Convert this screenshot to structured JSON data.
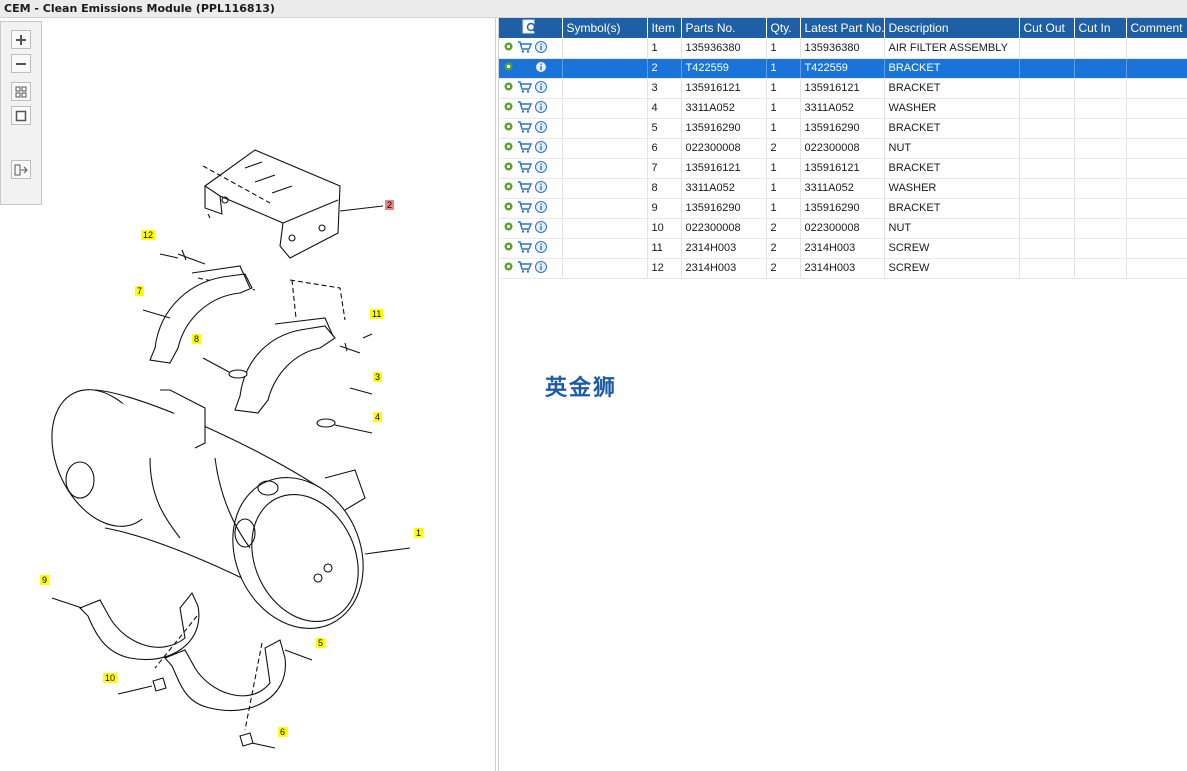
{
  "window": {
    "title": "CEM - Clean Emissions Module (PPL116813)"
  },
  "toolbar": {
    "buttons": [
      {
        "icon": "zoom-in-icon"
      },
      {
        "icon": "zoom-out-icon"
      },
      {
        "icon": "fit-grid-icon"
      },
      {
        "icon": "actual-size-icon"
      },
      {
        "icon": "list-view-icon"
      }
    ]
  },
  "callouts": [
    "1",
    "2",
    "3",
    "4",
    "5",
    "6",
    "7",
    "8",
    "9",
    "10",
    "11",
    "12"
  ],
  "table": {
    "headers": [
      "",
      "Symbol(s)",
      "Item",
      "Parts No.",
      "Qty.",
      "Latest Part No.",
      "Description",
      "Cut Out",
      "Cut In",
      "Comment"
    ],
    "selected_item": "2",
    "rows": [
      {
        "item": "1",
        "parts_no": "135936380",
        "qty": "1",
        "latest": "135936380",
        "desc": "AIR FILTER ASSEMBLY"
      },
      {
        "item": "2",
        "parts_no": "T422559",
        "qty": "1",
        "latest": "T422559",
        "desc": "BRACKET"
      },
      {
        "item": "3",
        "parts_no": "135916121",
        "qty": "1",
        "latest": "135916121",
        "desc": "BRACKET"
      },
      {
        "item": "4",
        "parts_no": "3311A052",
        "qty": "1",
        "latest": "3311A052",
        "desc": "WASHER"
      },
      {
        "item": "5",
        "parts_no": "135916290",
        "qty": "1",
        "latest": "135916290",
        "desc": "BRACKET"
      },
      {
        "item": "6",
        "parts_no": "022300008",
        "qty": "2",
        "latest": "022300008",
        "desc": "NUT"
      },
      {
        "item": "7",
        "parts_no": "135916121",
        "qty": "1",
        "latest": "135916121",
        "desc": "BRACKET"
      },
      {
        "item": "8",
        "parts_no": "3311A052",
        "qty": "1",
        "latest": "3311A052",
        "desc": "WASHER"
      },
      {
        "item": "9",
        "parts_no": "135916290",
        "qty": "1",
        "latest": "135916290",
        "desc": "BRACKET"
      },
      {
        "item": "10",
        "parts_no": "022300008",
        "qty": "2",
        "latest": "022300008",
        "desc": "NUT"
      },
      {
        "item": "11",
        "parts_no": "2314H003",
        "qty": "2",
        "latest": "2314H003",
        "desc": "SCREW"
      },
      {
        "item": "12",
        "parts_no": "2314H003",
        "qty": "2",
        "latest": "2314H003",
        "desc": "SCREW"
      }
    ]
  },
  "watermark": "英金狮",
  "colors": {
    "header_bg": "#1f5fa5",
    "selected_row": "#1a73d9",
    "callout": "#ffff00",
    "callout_active": "#f08080"
  }
}
